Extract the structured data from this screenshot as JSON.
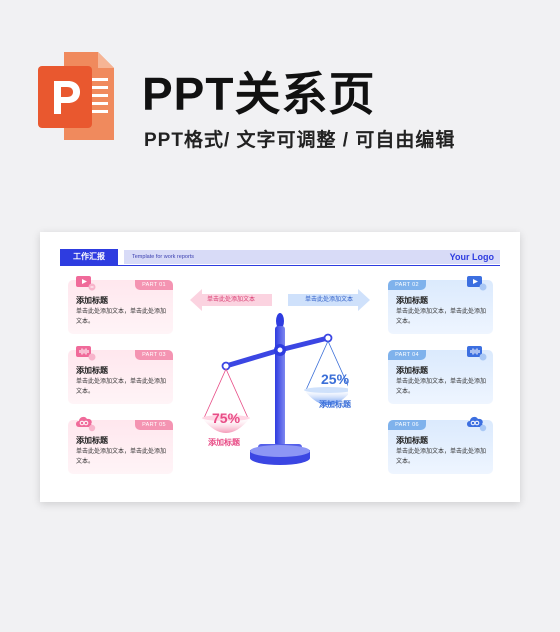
{
  "promo": {
    "title": "PPT关系页",
    "subtitle": "PPT格式/ 文字可调整 / 可自由编辑",
    "icon": "powerpoint-icon",
    "icon_color": "#e9582f"
  },
  "slide": {
    "badge": "工作汇报",
    "header_sub": "Template for work reports",
    "logo": "Your Logo",
    "accent": "#2e3ce0",
    "left_arrow": "单击此处添加文本",
    "right_arrow": "单击此处添加文本",
    "left_pan": {
      "percent": "75%",
      "label": "添加标题",
      "color": "#e84c86"
    },
    "right_pan": {
      "percent": "25%",
      "label": "添加标题",
      "color": "#3b6fd8"
    },
    "cards": [
      {
        "tag": "PART 01",
        "title": "添加标题",
        "body": "单击此处添加文本，单击此处添加文本。",
        "icon": "video-play-icon",
        "theme": "pink"
      },
      {
        "tag": "PART 02",
        "title": "添加标题",
        "body": "单击此处添加文本，单击此处添加文本。",
        "icon": "video-play-icon",
        "theme": "blue"
      },
      {
        "tag": "PART 03",
        "title": "添加标题",
        "body": "单击此处添加文本，单击此处添加文本。",
        "icon": "chat-wave-icon",
        "theme": "pink"
      },
      {
        "tag": "PART 04",
        "title": "添加标题",
        "body": "单击此处添加文本，单击此处添加文本。",
        "icon": "chat-wave-icon",
        "theme": "blue"
      },
      {
        "tag": "PART 05",
        "title": "添加标题",
        "body": "单击此处添加文本，单击此处添加文本。",
        "icon": "cloud-link-icon",
        "theme": "pink"
      },
      {
        "tag": "PART 06",
        "title": "添加标题",
        "body": "单击此处添加文本，单击此处添加文本。",
        "icon": "cloud-link-icon",
        "theme": "blue"
      }
    ]
  }
}
